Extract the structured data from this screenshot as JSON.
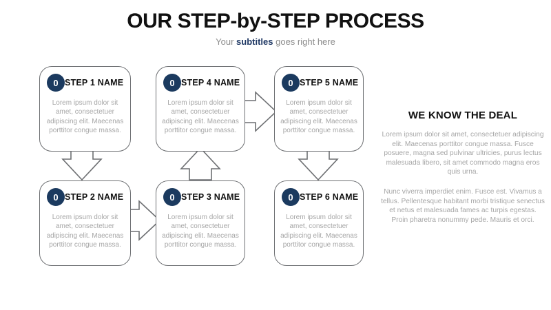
{
  "header": {
    "title": "OUR STEP-by-STEP PROCESS",
    "subtitle_pre": "Your ",
    "subtitle_accent": "subtitles",
    "subtitle_post": " goes right here"
  },
  "colors": {
    "badge": "#1b3a5f",
    "card_border": "#6d6f72",
    "arrow_stroke": "#6d6f72",
    "body_text": "#a6a6a6",
    "heading_text": "#111111",
    "accent": "#1f3864"
  },
  "steps": [
    {
      "badge": "0",
      "title": "STEP 1 NAME",
      "body": "Lorem ipsum dolor sit amet, consectetuer adipiscing elit. Maecenas porttitor congue massa."
    },
    {
      "badge": "0",
      "title": "STEP 2 NAME",
      "body": "Lorem ipsum dolor sit amet, consectetuer adipiscing elit. Maecenas porttitor congue massa."
    },
    {
      "badge": "0",
      "title": "STEP 3 NAME",
      "body": "Lorem ipsum dolor sit amet, consectetuer adipiscing elit. Maecenas porttitor congue massa."
    },
    {
      "badge": "0",
      "title": "STEP 4 NAME",
      "body": "Lorem ipsum dolor sit amet, consectetuer adipiscing elit. Maecenas porttitor congue massa."
    },
    {
      "badge": "0",
      "title": "STEP 5 NAME",
      "body": "Lorem ipsum dolor sit amet, consectetuer adipiscing elit. Maecenas porttitor congue massa."
    },
    {
      "badge": "0",
      "title": "STEP 6 NAME",
      "body": "Lorem ipsum dolor sit amet, consectetuer adipiscing elit. Maecenas porttitor congue massa."
    }
  ],
  "arrows": [
    {
      "name": "arrow-step1-to-step2",
      "direction": "down"
    },
    {
      "name": "arrow-step2-to-step3",
      "direction": "right"
    },
    {
      "name": "arrow-step3-to-step4",
      "direction": "up"
    },
    {
      "name": "arrow-step4-to-step5",
      "direction": "right"
    },
    {
      "name": "arrow-step5-to-step6",
      "direction": "down"
    }
  ],
  "right_panel": {
    "heading": "WE KNOW THE DEAL",
    "paragraph1": "Lorem ipsum dolor sit amet, consectetuer adipiscing elit. Maecenas porttitor congue massa. Fusce posuere, magna sed pulvinar ultricies, purus lectus malesuada libero, sit amet commodo magna eros quis urna.",
    "paragraph2": "Nunc viverra imperdiet enim. Fusce est. Vivamus a tellus. Pellentesque habitant morbi tristique senectus et netus et malesuada fames ac turpis egestas. Proin pharetra nonummy pede. Mauris et orci."
  }
}
